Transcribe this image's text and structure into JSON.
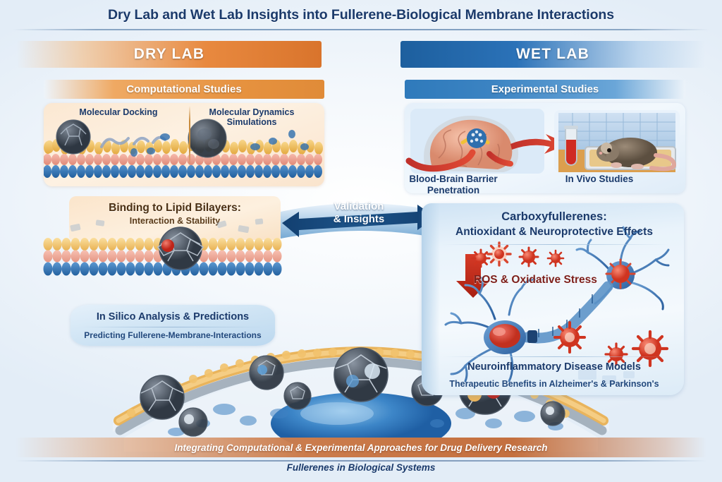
{
  "title": "Dry Lab and Wet Lab Insights into Fullerene-Biological Membrane Interactions",
  "dry_lab": {
    "header": "DRY LAB",
    "subheader": "Computational Studies",
    "top_panel": {
      "left_label": "Molecular Docking",
      "right_label_line1": "Molecular Dynamics",
      "right_label_line2": "Simulations"
    },
    "binding_panel": {
      "title": "Binding to Lipid Bilayers:",
      "subtitle": "Interaction & Stability"
    },
    "silico_panel": {
      "title": "In Silico Analysis & Predictions",
      "subtitle": "Predicting Fullerene-Membrane-Interactions"
    }
  },
  "wet_lab": {
    "header": "WET LAB",
    "subheader": "Experimental Studies",
    "top_panel": {
      "left_label_line1": "Blood-Brain Barrier",
      "left_label_line2": "Penetration",
      "right_label": "In Vivo Studies"
    },
    "carboxy_panel": {
      "title": "Carboxyfullerenes:",
      "subtitle": "Antioxidant & Neuroprotective Effects",
      "ros_label": "ROS & Oxidative Stress",
      "neuro_title": "Neuroinflammatory Disease Models",
      "neuro_subtitle": "Therapeutic Benefits in Alzheimer's & Parkinson's"
    }
  },
  "validation": {
    "line1": "Validation",
    "line2": "& Insights"
  },
  "footer": {
    "banner": "Integrating Computational & Experimental Approaches for Drug Delivery Research",
    "caption": "Fullerenes in Biological Systems"
  },
  "colors": {
    "dry_accent": "#e8893f",
    "wet_accent": "#2b72b8",
    "title_navy": "#1b3a6b",
    "ros_red": "#c0392b",
    "banner_orange": "#cb7c4c",
    "lipid_head": "#f0c060",
    "lipid_mid": "#efa08f",
    "lipid_tail": "#2f6fae",
    "fullerene_dark": "#3a4350",
    "neuron_blue": "#4a7fc1"
  },
  "icons": {
    "brain": "brain-icon",
    "mouse": "mouse-icon",
    "test_tube": "test-tube-icon",
    "fullerene": "fullerene-icon",
    "neuron": "neuron-icon",
    "ros_particle": "ros-particle-icon",
    "down_arrow": "down-arrow-icon",
    "bidirectional_arrow": "bidirectional-arrow-icon"
  }
}
